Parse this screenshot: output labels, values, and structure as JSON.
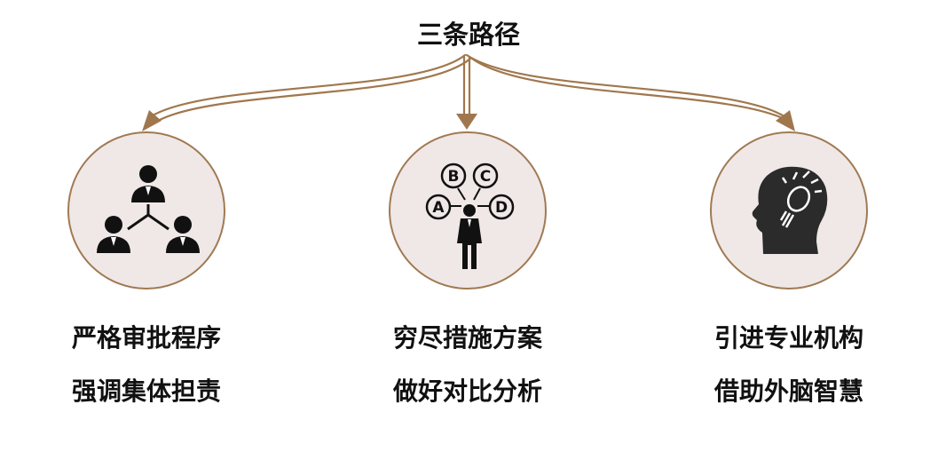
{
  "title": "三条路径",
  "colors": {
    "accent": "#a0774d",
    "circle_fill": "#efe8e6",
    "icon": "#111111"
  },
  "branches": [
    {
      "icon": "people-hierarchy-icon",
      "line1": "严格审批程序",
      "line2": "强调集体担责"
    },
    {
      "icon": "person-choices-icon",
      "line1": "穷尽措施方案",
      "line2": "做好对比分析"
    },
    {
      "icon": "head-lightbulb-icon",
      "line1": "引进专业机构",
      "line2": "借助外脑智慧"
    }
  ],
  "choices": [
    "A",
    "B",
    "C",
    "D"
  ]
}
